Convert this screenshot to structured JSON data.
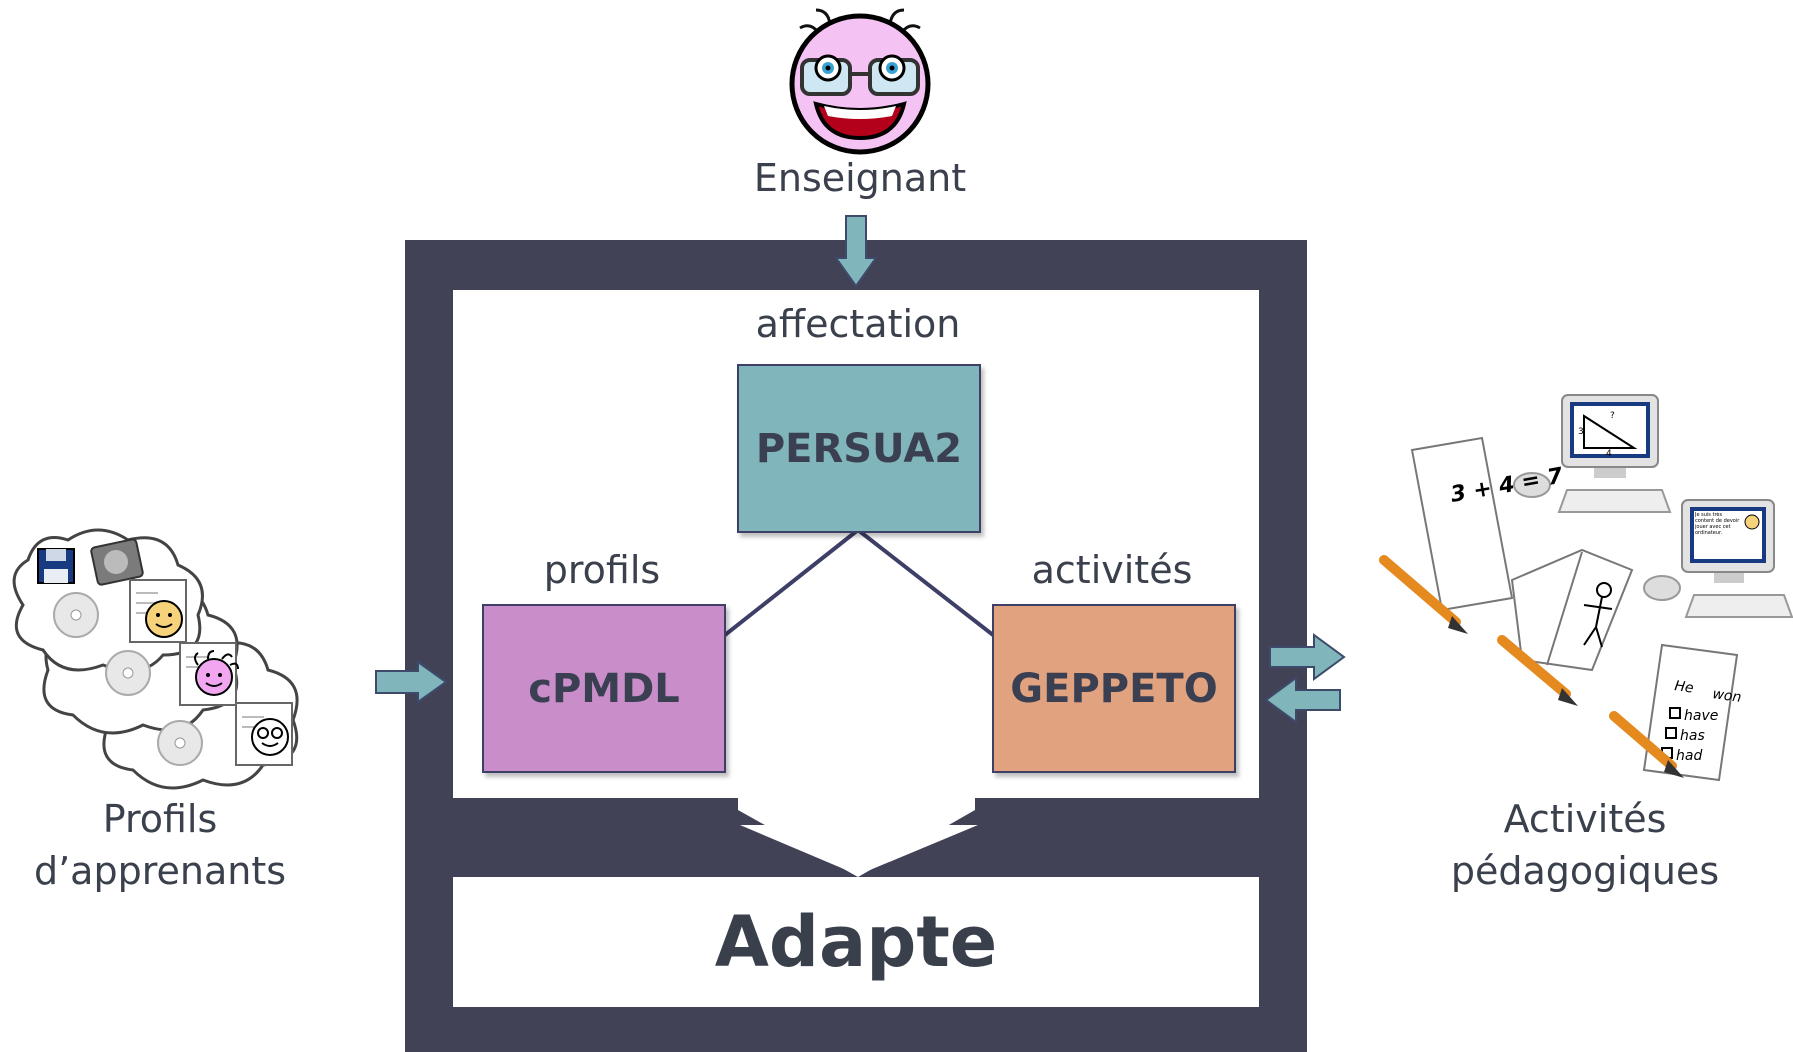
{
  "actors": {
    "teacher": {
      "label": "Enseignant",
      "icon": "teacher-face-icon"
    },
    "profiles": {
      "label_line1": "Profils",
      "label_line2": "d’apprenants",
      "icon": "learner-profiles-cloud-icon"
    },
    "activities": {
      "label_line1": "Activités",
      "label_line2": "pédagogiques",
      "icon": "pedagogical-activities-icon"
    }
  },
  "modules": {
    "persua2": {
      "name": "PERSUA2",
      "caption": "affectation",
      "color": "#80b5bb"
    },
    "cpmdl": {
      "name": "cPMDL",
      "caption": "profils",
      "color": "#c98ec9"
    },
    "geppeto": {
      "name": "GEPPETO",
      "caption": "activités",
      "color": "#e1a27f"
    }
  },
  "system": {
    "name": "Adapte",
    "frame_color": "#424257",
    "arrow_color": "#7fb5bb"
  },
  "illustrations": {
    "triangle_labels": [
      "3",
      "?",
      "4"
    ],
    "screen_text": "Je suis très content de devoir jouer avec cet ordinateur.",
    "math_card": "3 + 4 = 7",
    "quiz_sentence": [
      "He",
      "won"
    ],
    "quiz_options": [
      "have",
      "has",
      "had"
    ]
  }
}
